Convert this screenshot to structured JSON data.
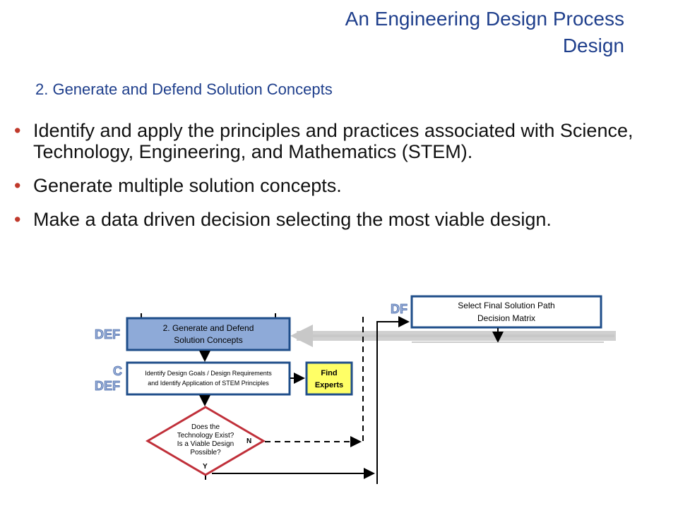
{
  "header": {
    "title_line1": "An Engineering Design Process",
    "title_line2": "Design"
  },
  "subtitle": "2. Generate and Defend Solution Concepts",
  "bullets": [
    "Identify and apply the principles and practices associated with Science, Technology, Engineering, and Mathematics (STEM).",
    "Generate multiple solution concepts.",
    "Make a data driven decision selecting the most viable design."
  ],
  "diagram": {
    "nodes": {
      "generate": [
        "2. Generate and Defend",
        "Solution Concepts"
      ],
      "identify": [
        "Identify Design Goals / Design Requirements",
        "and Identify Application of STEM  Principles"
      ],
      "experts": [
        "Find",
        "Experts"
      ],
      "decision": [
        "Does the",
        "Technology Exist?",
        "Is a Viable Design",
        "Possible?"
      ],
      "select": [
        "Select Final Solution Path",
        "Decision Matrix"
      ]
    },
    "tags": {
      "def_top": "DEF",
      "c": "C",
      "def_bottom": "DEF",
      "df": "DF"
    },
    "branch_labels": {
      "no": "N",
      "yes": "Y"
    },
    "colors": {
      "box_fill": "#8eaad8",
      "box_border": "#1f4e8a",
      "experts_fill": "#ffff66",
      "diamond_border": "#c0303a",
      "tag_blue": "#9db3db",
      "title_blue": "#1f3f8c",
      "bullet_red": "#c0392b"
    }
  }
}
